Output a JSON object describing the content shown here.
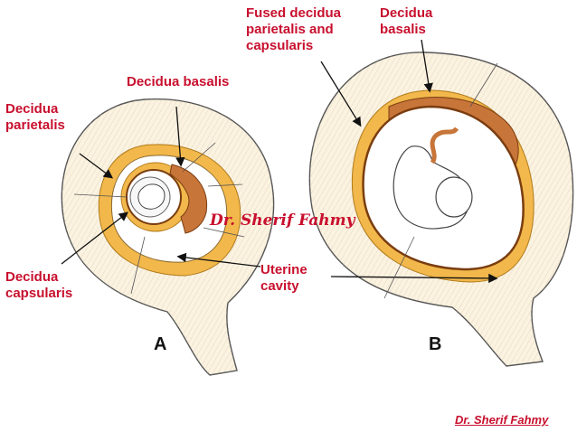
{
  "labels": {
    "fused": "Fused decidua\nparietalis and\ncapsularis",
    "basalis_b": "Decidua\nbasalis",
    "basalis_a": "Decidua basalis",
    "parietalis": "Decidua\nparietalis",
    "capsularis": "Decidua\ncapsularis",
    "uterine": "Uterine\ncavity"
  },
  "panels": {
    "a": "A",
    "b": "B"
  },
  "watermark": "Dr. Sherif Fahmy",
  "credit": "Dr. Sherif Fahmy",
  "colors": {
    "label": "#c8102e",
    "decidua": "#f2b84b",
    "tissue": "#fbf2e0",
    "outline": "#555555"
  }
}
